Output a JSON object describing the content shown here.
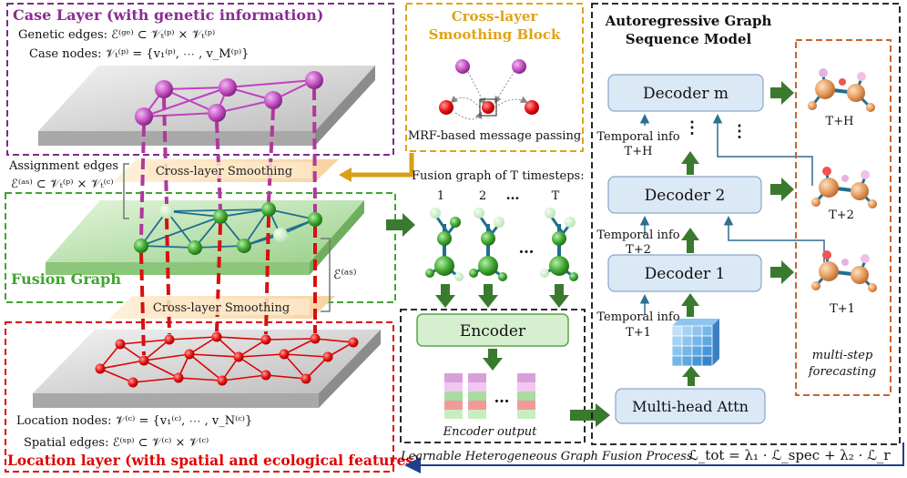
{
  "case_layer": {
    "title": "Case Layer (with genetic information)",
    "genetic_edges": "Genetic edges: ℰ⁽ᵍᵉ⁾ ⊂ 𝒱ₜ⁽ᵖ⁾ × 𝒱ₜ⁽ᵖ⁾",
    "case_nodes": "Case nodes: 𝒱ₜ⁽ᵖ⁾ = {v₁⁽ᵖ⁾, ⋯ , v_M⁽ᵖ⁾}"
  },
  "assignment": {
    "label": "Assignment edges",
    "formula": "ℰ⁽ᵃˢ⁾ ⊂ 𝒱ₜ⁽ᵖ⁾ × 𝒱ₜ⁽ᶜ⁾",
    "fusion_side_formula": "ℰ⁽ᵃˢ⁾"
  },
  "smoothing": {
    "upper": "Cross-layer Smoothing",
    "lower": "Cross-layer Smoothing"
  },
  "fusion_graph": {
    "label": "Fusion Graph"
  },
  "location_layer": {
    "title": "Location layer (with spatial and ecological features)",
    "location_nodes": "Location nodes: 𝒱⁽ᶜ⁾ = {v₁⁽ᶜ⁾, ⋯ , v_N⁽ᶜ⁾}",
    "spatial_edges": "Spatial edges: ℰ⁽ˢᵖ⁾ ⊂ 𝒱⁽ᶜ⁾ × 𝒱⁽ᶜ⁾"
  },
  "smoothing_block": {
    "title_line1": "Cross-layer",
    "title_line2": "Smoothing Block",
    "caption": "MRF-based message passing"
  },
  "fusion_sequence": {
    "title": "Fusion graph of T timesteps:",
    "labels": [
      "1",
      "2",
      "…",
      "T"
    ],
    "dots": "…"
  },
  "encoder": {
    "label": "Encoder",
    "output_label": "Encoder output",
    "dots": "…"
  },
  "process": {
    "label": "Learnable Heterogeneous Graph Fusion Process",
    "loss": "ℒ_tot = λ₁ · ℒ_spec + λ₂ · ℒ_r"
  },
  "autoregressive": {
    "title_line1": "Autoregressive Graph",
    "title_line2": "Sequence Model",
    "decoder_m": "Decoder m",
    "decoder_2": "Decoder 2",
    "decoder_1": "Decoder 1",
    "attn": "Multi-head Attn",
    "temporal_label": "Temporal info",
    "t_h": "T+H",
    "t_2": "T+2",
    "t_1": "T+1",
    "dots": "⋮"
  },
  "forecast": {
    "outputs": [
      "T+H",
      "T+2",
      "T+1"
    ],
    "label_line1": "multi-step",
    "label_line2": "forecasting"
  },
  "colors": {
    "case": "#7b2d86",
    "fusion": "#2e9a2e",
    "location": "#e00000",
    "smoothing": "#d4a017",
    "forecast": "#c8642d",
    "arrow": "#3a7a2e",
    "decoder_fill": "#dbe8f6"
  }
}
